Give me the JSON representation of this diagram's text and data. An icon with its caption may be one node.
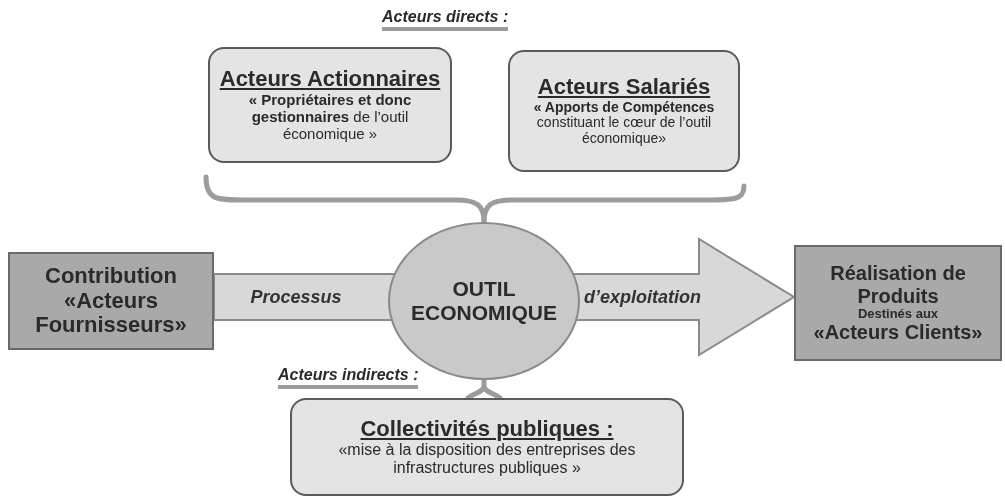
{
  "diagram": {
    "nodes": [
      {
        "text": [
          "Acteurs Actionnaires",
          "**« Propriétaires et donc gestionnaires** de l’outil économique »"
        ]
      },
      {
        "text": [
          "Acteurs Salariés",
          "**« Apports de Compétences** constituant le cœur de l’outil économique»"
        ]
      },
      {
        "text": [
          "Contribution «Acteurs Fournisseurs»"
        ]
      },
      {
        "text": [
          "OUTIL ECONOMIQUE"
        ]
      },
      {
        "text": [
          "Réalisation de Produits",
          "Destinés aux",
          "«Acteurs Clients»"
        ]
      },
      {
        "text": [
          "Collectivités publiques :",
          "«mise à la disposition des entreprises des infrastructures publiques »"
        ]
      }
    ],
    "edges": [
      {
        "from": 0,
        "to": 3,
        "arrow": "none"
      },
      {
        "from": 1,
        "to": 3,
        "arrow": "none"
      },
      {
        "from": 2,
        "to": 3,
        "arrow": "none",
        "label": "Processus",
        "style": "thick"
      },
      {
        "from": 3,
        "to": 4,
        "arrow": "to",
        "label": "d’exploitation",
        "style": "thick"
      },
      {
        "from": 3,
        "to": 5,
        "arrow": "none"
      }
    ],
    "labels": [
      "Acteurs directs :",
      "Acteurs indirects :"
    ]
  }
}
